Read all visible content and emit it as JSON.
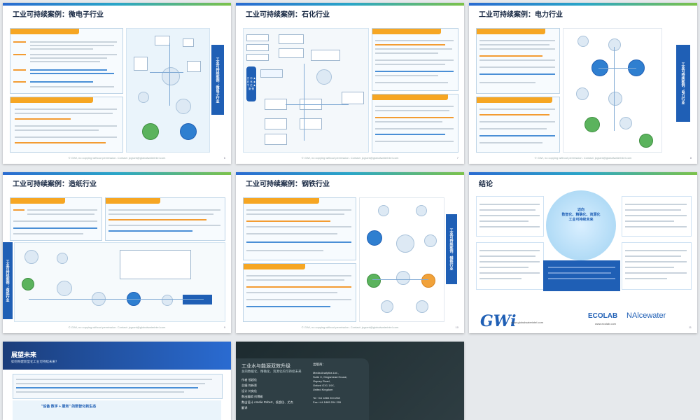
{
  "slides": [
    {
      "title": "工业可持续案例：微电子行业",
      "page": "6"
    },
    {
      "title": "工业可持续案例：石化行业",
      "page": "7"
    },
    {
      "title": "工业可持续案例：电力行业",
      "page": "8"
    },
    {
      "title": "工业可持续案例：造纸行业",
      "page": "9"
    },
    {
      "title": "工业可持续案例：钢铁行业",
      "page": "10"
    },
    {
      "title": "结论",
      "page": "11"
    },
    {
      "title": "展望未来",
      "subtitle": "如何构建新型化工业可持续未来？"
    },
    {
      "title": "工业水与能源双效升级",
      "subtitle": "总的数据化、精确化、资源化的可持续未来"
    }
  ],
  "footer": "© GWI, no copying without permission. Contact: jcgrant@globalwaterintel.com",
  "conclusion": {
    "center": "迈向\n数智化、精确化、资源化\n工业可持续未来",
    "brand_gwi": "GWi",
    "brand_gwi_url": "www.globalwaterintel.com",
    "brand_ecolab": "ECOLAB",
    "brand_nalco": "NAlcewater",
    "brand_ecolab_url": "www.ecolab.com"
  },
  "s7": {
    "label": "\"设备 数字 + 服务\" 的数智化新生态"
  },
  "s8": {
    "left_lines": [
      "作者  低超佳",
      "总编  何新青",
      "设计  刘奕佳",
      "数出编辑  刘博瑜",
      "数出设计  Amelie Robert、低超佳、尤杰",
      "翻译"
    ],
    "pub_label": "出版商：",
    "pub_lines": [
      "Media Analytics Ltd.,",
      "Suite C, Kingsmead House,",
      "Osprey Road,",
      "Oxford OX1 1XX,",
      "United Kingdom",
      "",
      "Tel  +44 1865 204 208",
      "Fax  +44 1865 204 209"
    ]
  },
  "s2": {
    "vertical": "万 中 ★ 石 化 ★ 千 亿 ★ 案 例"
  },
  "s1": {
    "vertical": "微电子行业可持续方案"
  },
  "s3": {
    "vertical": "电力行业可持续方案"
  },
  "s4": {
    "vertical": "造纸行业可持续方案"
  },
  "s5": {
    "vertical": "钢铁行业可持续方案"
  }
}
